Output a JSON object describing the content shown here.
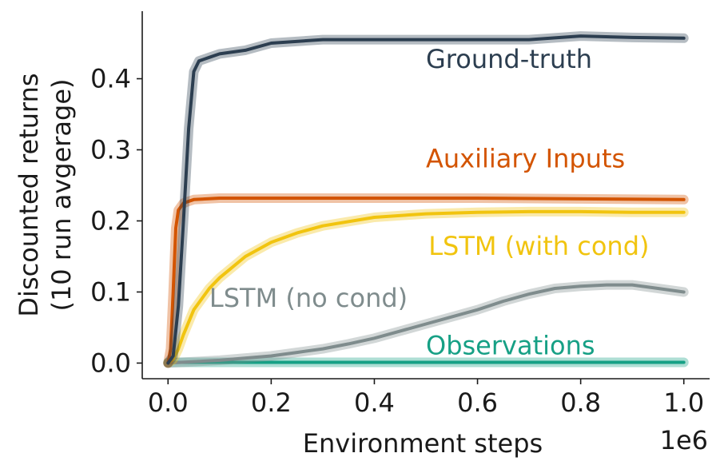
{
  "chart_data": {
    "type": "line",
    "xlabel": "Environment steps",
    "ylabel_line1": "Discounted returns",
    "ylabel_line2": "(10 run avgerage)",
    "x_offset_label": "1e6",
    "xlim": [
      -0.05,
      1.05
    ],
    "ylim": [
      -0.022,
      0.495
    ],
    "xticks": [
      0.0,
      0.2,
      0.4,
      0.6,
      0.8,
      1.0
    ],
    "xtick_labels": [
      "0.0",
      "0.2",
      "0.4",
      "0.6",
      "0.8",
      "1.0"
    ],
    "yticks": [
      0.0,
      0.1,
      0.2,
      0.3,
      0.4
    ],
    "ytick_labels": [
      "0.0",
      "0.1",
      "0.2",
      "0.3",
      "0.4"
    ],
    "grid": false,
    "series": [
      {
        "name": "Ground-truth",
        "color": "#2c3e50",
        "x": [
          0.0,
          0.01,
          0.02,
          0.03,
          0.04,
          0.05,
          0.06,
          0.08,
          0.1,
          0.15,
          0.2,
          0.3,
          0.4,
          0.5,
          0.6,
          0.7,
          0.8,
          0.9,
          1.0
        ],
        "y": [
          0.0,
          0.01,
          0.08,
          0.2,
          0.33,
          0.41,
          0.425,
          0.43,
          0.435,
          0.44,
          0.45,
          0.455,
          0.455,
          0.455,
          0.455,
          0.455,
          0.46,
          0.458,
          0.457
        ]
      },
      {
        "name": "Auxiliary Inputs",
        "color": "#d35400",
        "x": [
          0.0,
          0.005,
          0.01,
          0.015,
          0.02,
          0.03,
          0.05,
          0.1,
          0.2,
          0.4,
          0.6,
          0.8,
          1.0
        ],
        "y": [
          0.0,
          0.02,
          0.1,
          0.19,
          0.215,
          0.225,
          0.23,
          0.232,
          0.232,
          0.232,
          0.232,
          0.231,
          0.23
        ]
      },
      {
        "name": "LSTM (with cond)",
        "color": "#f1c40f",
        "x": [
          0.0,
          0.01,
          0.02,
          0.03,
          0.05,
          0.08,
          0.1,
          0.15,
          0.2,
          0.25,
          0.3,
          0.4,
          0.5,
          0.6,
          0.7,
          0.8,
          0.9,
          1.0
        ],
        "y": [
          0.0,
          0.005,
          0.02,
          0.04,
          0.075,
          0.105,
          0.12,
          0.15,
          0.17,
          0.183,
          0.193,
          0.205,
          0.21,
          0.212,
          0.213,
          0.213,
          0.212,
          0.212
        ]
      },
      {
        "name": "LSTM (no cond)",
        "color": "#7f8c8d",
        "x": [
          0.0,
          0.1,
          0.2,
          0.25,
          0.3,
          0.35,
          0.4,
          0.45,
          0.5,
          0.55,
          0.6,
          0.65,
          0.7,
          0.75,
          0.8,
          0.85,
          0.9,
          0.95,
          1.0
        ],
        "y": [
          0.0,
          0.004,
          0.01,
          0.015,
          0.02,
          0.027,
          0.035,
          0.045,
          0.055,
          0.065,
          0.075,
          0.087,
          0.097,
          0.105,
          0.108,
          0.11,
          0.11,
          0.105,
          0.1
        ]
      },
      {
        "name": "Observations",
        "color": "#16a085",
        "x": [
          0.0,
          0.2,
          0.4,
          0.6,
          0.8,
          1.0
        ],
        "y": [
          0.001,
          0.001,
          0.001,
          0.001,
          0.001,
          0.001
        ]
      }
    ],
    "annotations": [
      {
        "series": "Ground-truth",
        "x": 0.5,
        "y": 0.415
      },
      {
        "series": "Auxiliary Inputs",
        "x": 0.5,
        "y": 0.275
      },
      {
        "series": "LSTM (with cond)",
        "x": 0.505,
        "y": 0.152
      },
      {
        "series": "LSTM (no cond)",
        "x": 0.08,
        "y": 0.079
      },
      {
        "series": "Observations",
        "x": 0.5,
        "y": 0.012
      }
    ]
  }
}
